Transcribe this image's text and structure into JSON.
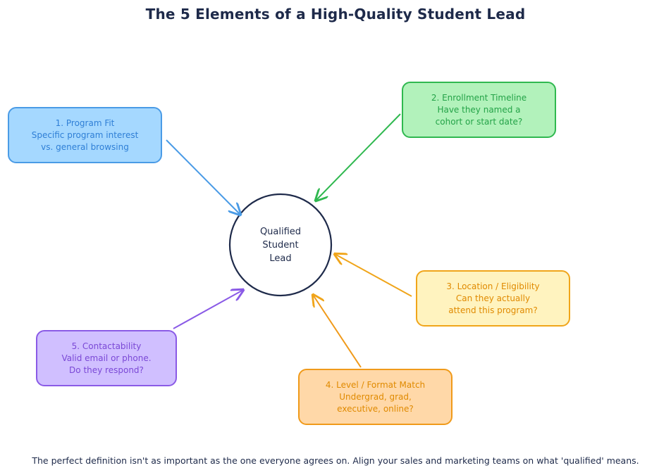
{
  "title": "The 5 Elements of a High-Quality Student Lead",
  "center": {
    "lines": [
      "Qualified",
      "Student",
      "Lead"
    ]
  },
  "elements": [
    {
      "heading": "1. Program Fit",
      "lines": [
        "Specific program interest",
        "vs. general browsing"
      ],
      "color": "#4a9be6",
      "fill": "#a5d8ff"
    },
    {
      "heading": "2. Enrollment Timeline",
      "lines": [
        "Have they named a",
        "cohort or start date?"
      ],
      "color": "#2fb84f",
      "fill": "#b2f2bb"
    },
    {
      "heading": "3. Location / Eligibility",
      "lines": [
        "Can they actually",
        "attend this program?"
      ],
      "color": "#f0a51a",
      "fill": "#fff3bf"
    },
    {
      "heading": "4. Level / Format Match",
      "lines": [
        "Undergrad, grad,",
        "executive, online?"
      ],
      "color": "#f09a1a",
      "fill": "#ffd8a8"
    },
    {
      "heading": "5. Contactability",
      "lines": [
        "Valid email or phone.",
        "Do they respond?"
      ],
      "color": "#8a5ae6",
      "fill": "#d0bfff"
    }
  ],
  "footer": "The perfect definition isn't as important as the one everyone agrees on. Align your sales and marketing teams on what 'qualified' means."
}
